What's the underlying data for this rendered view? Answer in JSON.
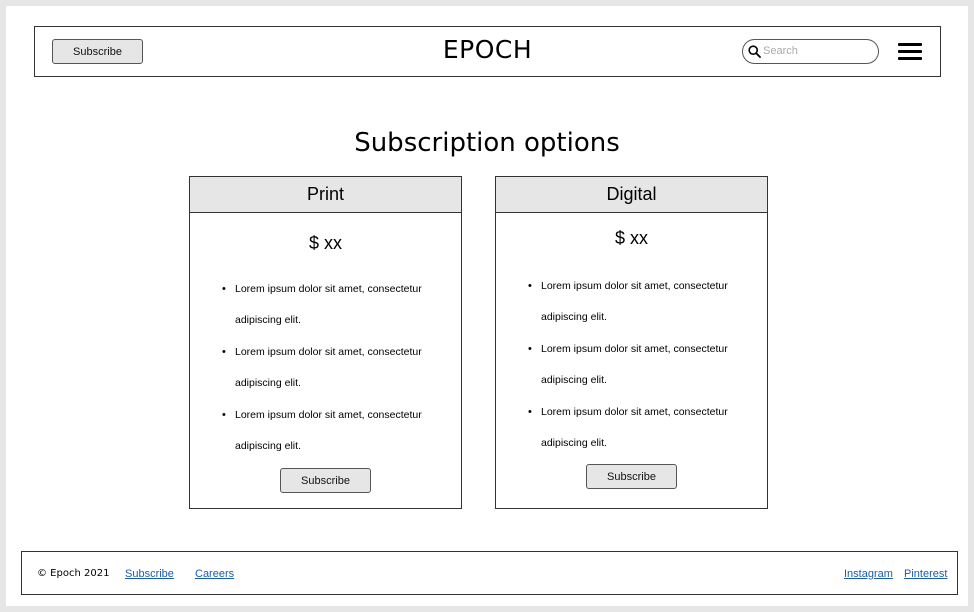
{
  "header": {
    "subscribe_label": "Subscribe",
    "logo": "EPOCH",
    "search_placeholder": "Search",
    "menu_icon": "hamburger-menu-icon"
  },
  "main": {
    "title": "Subscription options",
    "plans": [
      {
        "name": "Print",
        "price": "$ xx",
        "features": [
          "Lorem ipsum dolor sit amet, consectetur adipiscing elit.",
          "Lorem ipsum dolor sit amet, consectetur adipiscing elit.",
          "Lorem ipsum dolor sit amet, consectetur adipiscing elit."
        ],
        "button_label": "Subscribe"
      },
      {
        "name": "Digital",
        "price": "$ xx",
        "features": [
          "Lorem ipsum dolor sit amet, consectetur adipiscing elit.",
          "Lorem ipsum dolor sit amet, consectetur adipiscing elit.",
          "Lorem ipsum dolor sit amet, consectetur adipiscing elit."
        ],
        "button_label": "Subscribe"
      }
    ]
  },
  "footer": {
    "copyright": "© Epoch 2021",
    "links_left": [
      "Subscribe",
      "Careers"
    ],
    "links_right": [
      "Instagram",
      "Pinterest"
    ],
    "link_color": "#1a5bb8"
  }
}
